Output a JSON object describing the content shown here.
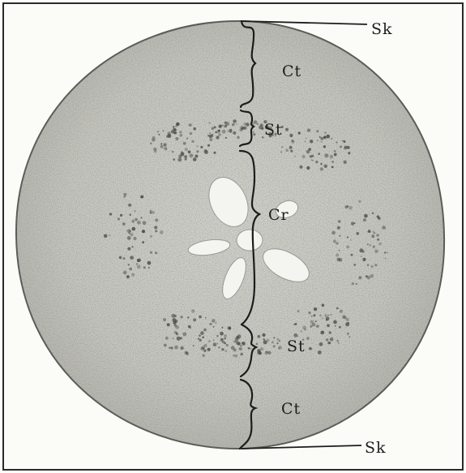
{
  "figure": {
    "labels": {
      "sk_top": "Sk",
      "ct_top": "Ct",
      "st_top": "St",
      "cr": "Cr",
      "st_bottom": "St",
      "ct_bottom": "Ct",
      "sk_bottom": "Sk"
    }
  }
}
